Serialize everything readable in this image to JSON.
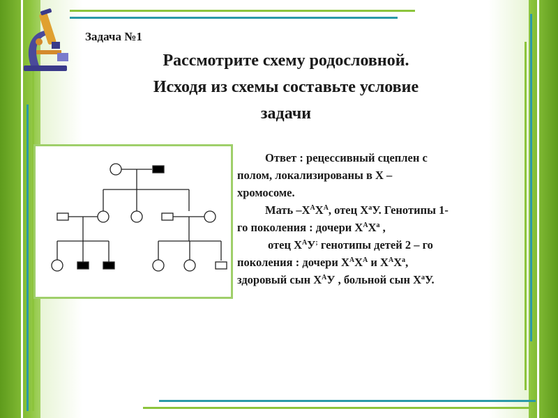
{
  "slide": {
    "task_label": "Задача №1",
    "heading_line1": "Рассмотрите схему родословной.",
    "heading_line2": "Исходя из схемы составьте условие",
    "heading_line3": "задачи"
  },
  "answer": {
    "line1": "Ответ : рецессивный сцеплен с",
    "line2": "полом, локализированы в Х –",
    "line3": "хромосоме.",
    "line4_a": "Мать –Х",
    "line4_b": "А",
    "line4_c": "Х",
    "line4_d": "А",
    "line4_e": ", отец Х",
    "line4_f": "а",
    "line4_g": "У. Генотипы 1-",
    "line5_a": "го поколения : дочери Х",
    "line5_b": "А",
    "line5_c": "Х",
    "line5_d": "а",
    "line5_e": " ,",
    "line6_a": "отец Х",
    "line6_b": "А",
    "line6_c": "У",
    "line6_d": ";",
    "line6_e": " генотипы детей 2 – го",
    "line7_a": "поколения : дочери Х",
    "line7_b": "А",
    "line7_c": "Х",
    "line7_d": "А",
    "line7_e": " и Х",
    "line7_f": "А",
    "line7_g": "Х",
    "line7_h": "а",
    "line7_i": ",",
    "line8_a": "здоровый сын Х",
    "line8_b": "А",
    "line8_c": "У , больной сын Х",
    "line8_d": "а",
    "line8_e": "У."
  },
  "colors": {
    "green_dark": "#5e9b1c",
    "green_light": "#9fcf6a",
    "teal": "#2a9aa8",
    "affected": "#000000"
  },
  "icons": [
    "microscope-icon"
  ]
}
